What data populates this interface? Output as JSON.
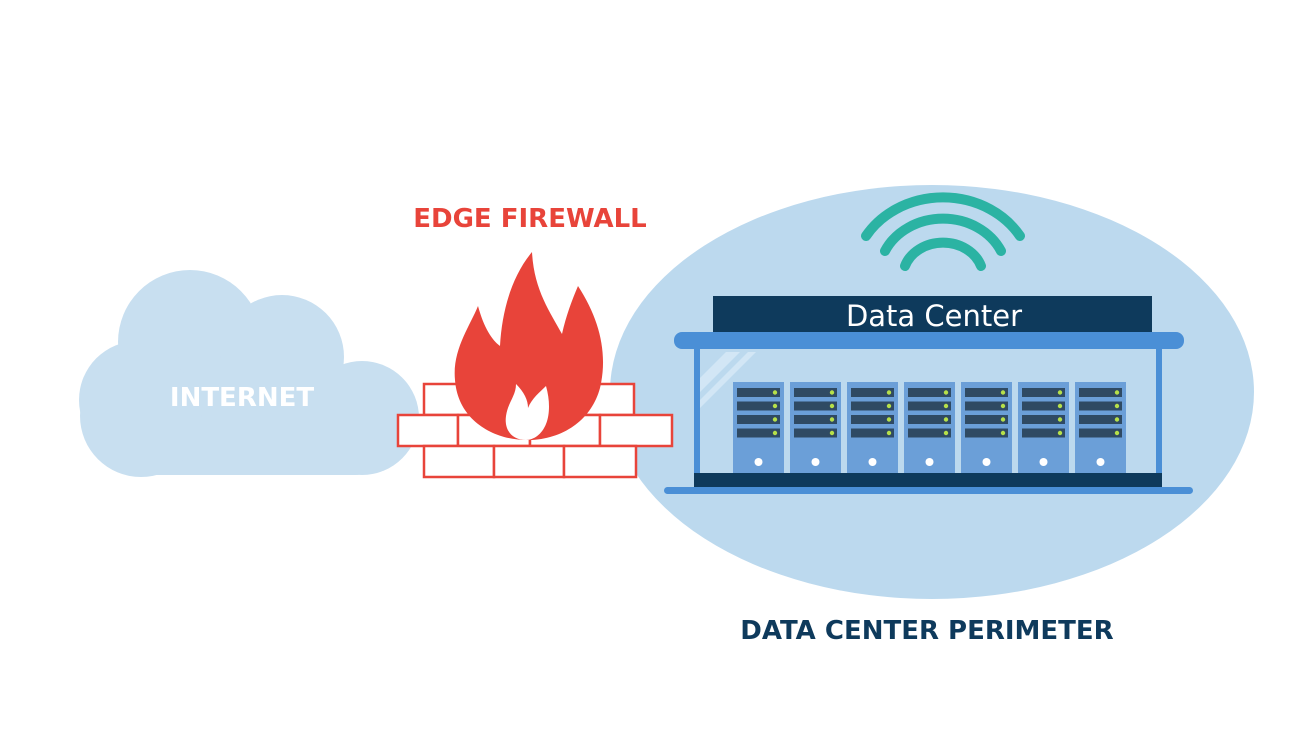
{
  "labels": {
    "internet": "INTERNET",
    "edge_firewall": "EDGE FIREWALL",
    "data_center_sign": "Data Center",
    "perimeter": "DATA CENTER PERIMETER"
  },
  "icons": {
    "cloud": "cloud-icon",
    "fire": "fire-icon",
    "brick_wall": "brick-wall-icon",
    "wifi": "wifi-icon",
    "server_rack": "server-rack-icon"
  },
  "colors": {
    "cloud_fill": "#c8dff0",
    "cloud_text": "#ffffff",
    "firewall_red": "#e8443a",
    "brick_stroke": "#e8443a",
    "perimeter_fill": "#bcd9ee",
    "navy": "#0e3a5c",
    "wifi_teal": "#2bb3a3",
    "frame_blue": "#4a8fd6",
    "rack_blue": "#6b9fd8",
    "rack_slot": "#2f4a63",
    "led_green": "#b6e04a"
  },
  "server_rack_count": 7
}
